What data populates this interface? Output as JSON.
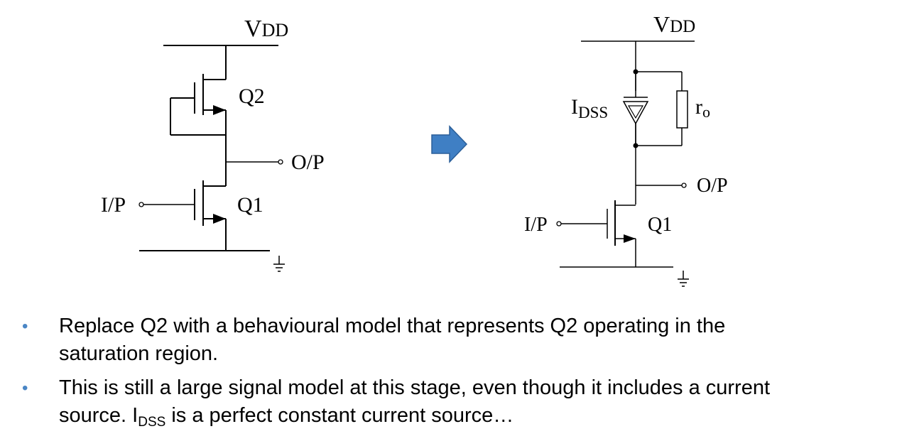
{
  "left_circuit": {
    "vdd_main": "V",
    "vdd_sub": "DD",
    "q2_label": "Q2",
    "q1_label": "Q1",
    "output_label": "O/P",
    "input_label": "I/P"
  },
  "right_circuit": {
    "vdd_main": "V",
    "vdd_sub": "DD",
    "idss_main": "I",
    "idss_sub": "DSS",
    "ro_main": "r",
    "ro_sub": "o",
    "q1_label": "Q1",
    "output_label": "O/P",
    "input_label": "I/P"
  },
  "arrow": {
    "color": "#3f7fc4",
    "icon": "right-arrow-icon"
  },
  "bullets": [
    {
      "text": "Replace Q2 with a behavioural model that represents Q2 operating in the",
      "text_line2": "saturation region."
    },
    {
      "text": "This is still a large signal model at this stage, even though it includes a current",
      "line2_before": "source.  I",
      "line2_sub": "DSS",
      "line2_after": " is a perfect constant current source…"
    }
  ],
  "bullet_color": "#4a86c5"
}
